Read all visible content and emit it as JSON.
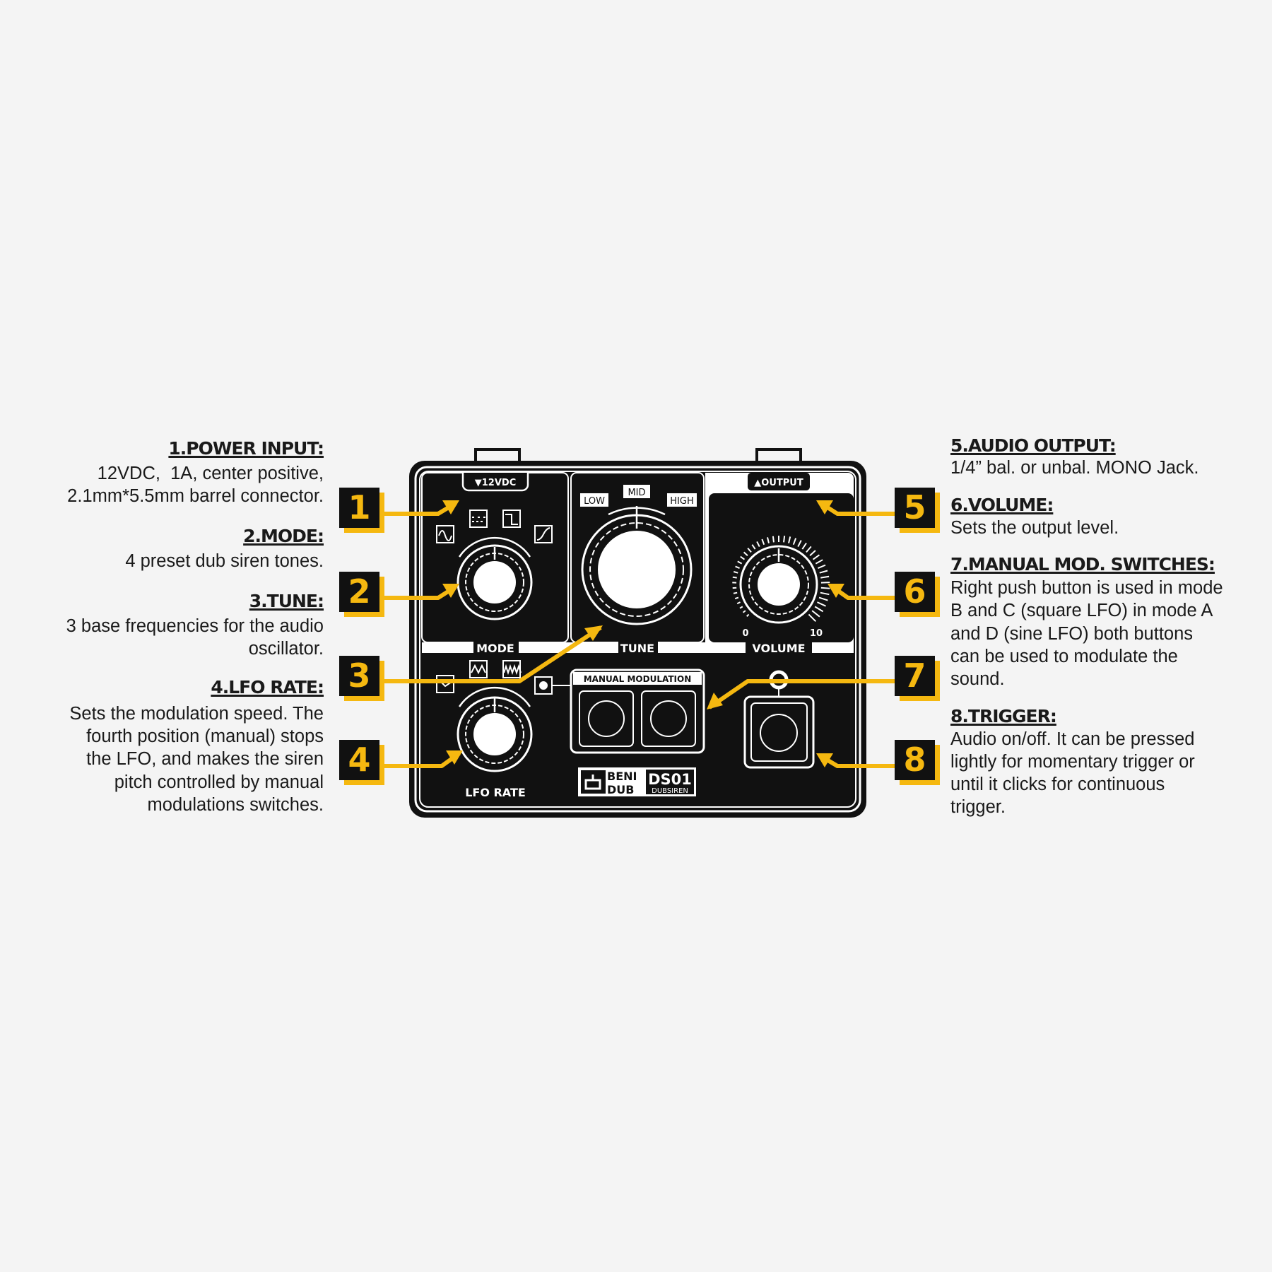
{
  "colors": {
    "background": "#f4f4f4",
    "accent": "#f5b810",
    "device": "#111111",
    "panel_lines": "#ffffff"
  },
  "left_items": [
    {
      "number": "1",
      "heading": "1.POWER INPUT:",
      "lines": [
        "12VDC,  1A, center positive,",
        "2.1mm*5.5mm barrel connector."
      ]
    },
    {
      "number": "2",
      "heading": "2.MODE:",
      "lines": [
        "4 preset dub siren tones."
      ]
    },
    {
      "number": "3",
      "heading": "3.TUNE:",
      "lines": [
        "3 base frequencies for the audio",
        "oscillator."
      ]
    },
    {
      "number": "4",
      "heading": "4.LFO RATE:",
      "lines": [
        "Sets the modulation speed. The",
        "fourth position (manual) stops",
        "the LFO, and makes the siren",
        "pitch controlled by manual",
        "modulations switches."
      ]
    }
  ],
  "right_items": [
    {
      "number": "5",
      "heading": "5.AUDIO OUTPUT:",
      "lines": [
        "1/4” bal. or unbal. MONO Jack."
      ]
    },
    {
      "number": "6",
      "heading": "6.VOLUME:",
      "lines": [
        "Sets the output level."
      ]
    },
    {
      "number": "7",
      "heading": "7.MANUAL MOD. SWITCHES:",
      "lines": [
        "Right push button is used in mode",
        "B and C (square LFO) in mode A",
        "and D (sine LFO) both buttons",
        "can be used to modulate the",
        "sound."
      ]
    },
    {
      "number": "8",
      "heading": "8.TRIGGER:",
      "lines": [
        "Audio on/off. It can be pressed",
        "lightly for momentary trigger or",
        "until it clicks for continuous",
        "trigger."
      ]
    }
  ],
  "device": {
    "power_tab": "▼12VDC",
    "output_tab": "▲OUTPUT",
    "tune_positions": [
      "LOW",
      "MID",
      "HIGH"
    ],
    "section_labels": {
      "mode": "MODE",
      "tune": "TUNE",
      "volume": "VOLUME",
      "lfo_rate": "LFO RATE"
    },
    "volume_scale": {
      "min": "0",
      "max": "10"
    },
    "manual_modulation": "MANUAL MODULATION",
    "logo": {
      "brand_top": "BENI",
      "brand_bottom": "DUB",
      "model": "DS01",
      "subtitle": "DUBSIREN"
    },
    "mode_icons": [
      "sine-wave-icon",
      "dotted-square-icon",
      "square-wave-icon",
      "ramp-wave-icon"
    ],
    "lfo_icons": [
      "manual-icon",
      "triangle-slow-icon",
      "triangle-fast-icon",
      "led-icon"
    ]
  }
}
